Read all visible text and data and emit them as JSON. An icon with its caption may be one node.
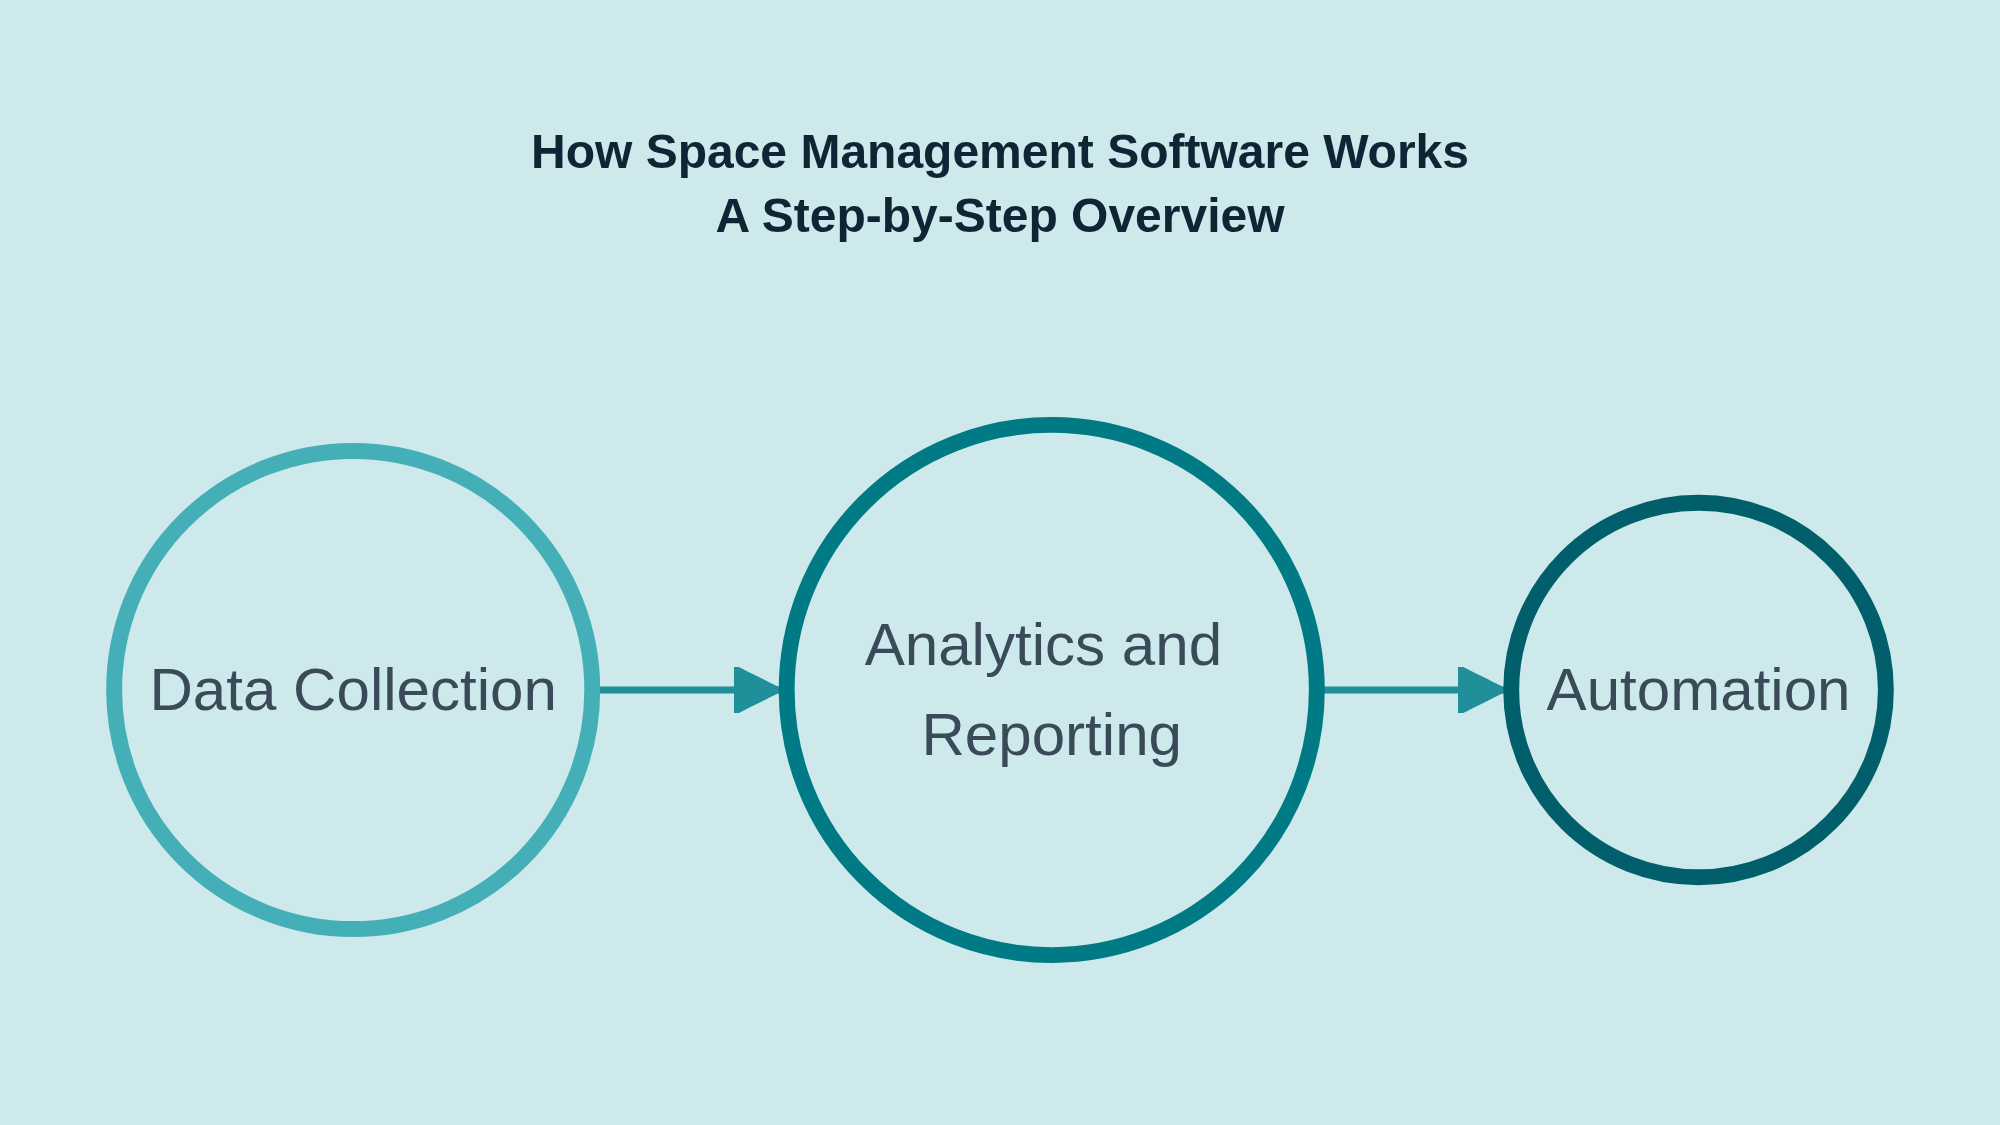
{
  "diagram": {
    "title": "How Space Management Software Works A Step-by-Step Overview",
    "nodes": [
      {
        "text": [
          "Data Collection"
        ]
      },
      {
        "text": [
          "Analytics and Reporting"
        ]
      },
      {
        "text": [
          "Automation"
        ]
      }
    ],
    "edges": [
      {
        "from": 0,
        "to": 1,
        "arrow": "to"
      },
      {
        "from": 1,
        "to": 2,
        "arrow": "to"
      }
    ]
  }
}
